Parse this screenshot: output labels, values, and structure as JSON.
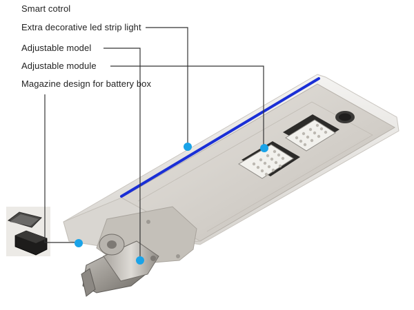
{
  "labels": {
    "smart_control": "Smart cotrol",
    "led_strip": "Extra decorative led strip light",
    "adjustable_model": "Adjustable model",
    "adjustable_module": "Adjustable module",
    "battery_box": "Magazine design for battery box"
  },
  "colors": {
    "leader_line": "#333333",
    "callout_dot": "#1aa3e8",
    "led_strip": "#1a2fd6",
    "housing": "#d8d4ce",
    "housing_dark": "#b9b4ad"
  }
}
